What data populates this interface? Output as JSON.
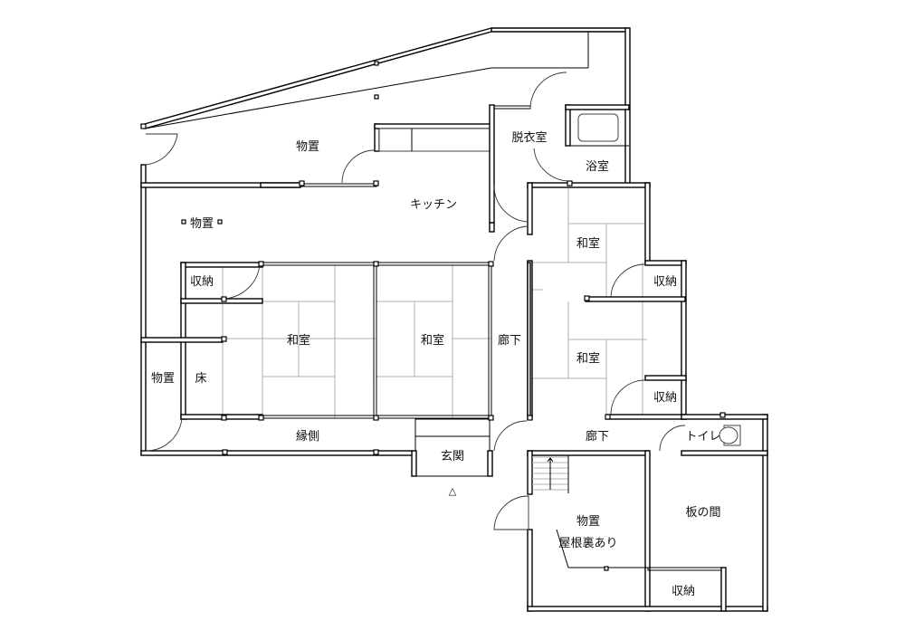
{
  "floor_plan": {
    "rooms": {
      "storage_north": "物置",
      "storage_west_upper": "物置",
      "storage_west_lower": "物置",
      "kitchen": "キッチン",
      "dressing_room": "脱衣室",
      "bathroom": "浴室",
      "closet_west": "収納",
      "alcove": "床",
      "washitsu_1": "和室",
      "washitsu_2": "和室",
      "hallway_center": "廊下",
      "washitsu_3": "和室",
      "washitsu_4": "和室",
      "closet_east_upper": "収納",
      "closet_east_lower": "収納",
      "veranda": "縁側",
      "entrance": "玄関",
      "hallway_south": "廊下",
      "toilet": "トイレ",
      "storage_south": "物置",
      "storage_south_note": "屋根裏あり",
      "wooden_room": "板の間",
      "closet_south": "収納"
    },
    "entrance_marker": "△"
  }
}
